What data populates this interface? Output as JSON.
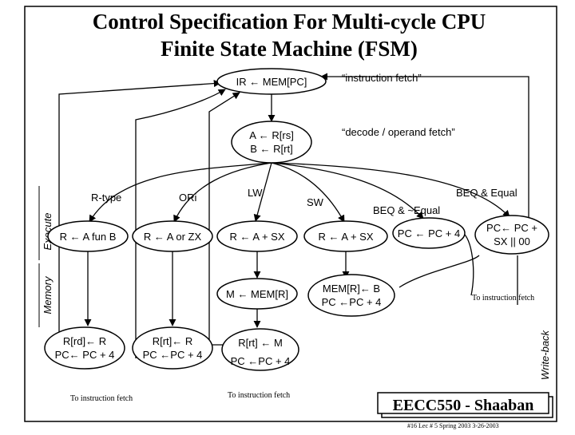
{
  "title": {
    "line1": "Control Specification For Multi-cycle CPU",
    "line2": "Finite State Machine (FSM)"
  },
  "states": {
    "fetch": "IR ← MEM[PC]",
    "decode_a": "A ← R[rs]",
    "decode_b": "B ← R[rt]",
    "rtype_exec": "R ← A fun B",
    "ori_exec": "R ← A or ZX",
    "lw_exec": "R ← A + SX",
    "sw_exec": "R ← A + SX",
    "beq_not": "PC ← PC + 4",
    "beq_eq_1": "PC← PC +",
    "beq_eq_2": "SX || 00",
    "lw_mem": "M ← MEM[R]",
    "sw_mem_1": "MEM[R]← B",
    "sw_mem_2": "PC ←PC + 4",
    "rtype_wb_1": "R[rd]← R",
    "rtype_wb_2": "PC← PC + 4",
    "ori_wb_1": "R[rt]← R",
    "ori_wb_2": "PC ←PC + 4",
    "lw_wb_1": "R[rt] ← M",
    "lw_wb_2": "PC ←PC + 4"
  },
  "annotations": {
    "fetch": "“instruction fetch”",
    "decode": "“decode / operand fetch”",
    "rtype": "R-type",
    "ori": "ORi",
    "lw": "LW",
    "sw": "SW",
    "beq_equal": "BEQ & Equal",
    "beq_not_equal": "BEQ & ~Equal",
    "to_fetch_1": "To instruction fetch",
    "to_fetch_2": "To instruction fetch",
    "to_fetch_3": "To instruction fetch"
  },
  "phases": {
    "execute": "Execute",
    "memory": "Memory",
    "write_back": "Write-back"
  },
  "footer": {
    "brand": "EECC550 - Shaaban",
    "info": "#16   Lec # 5  Spring 2003  3-26-2003"
  }
}
